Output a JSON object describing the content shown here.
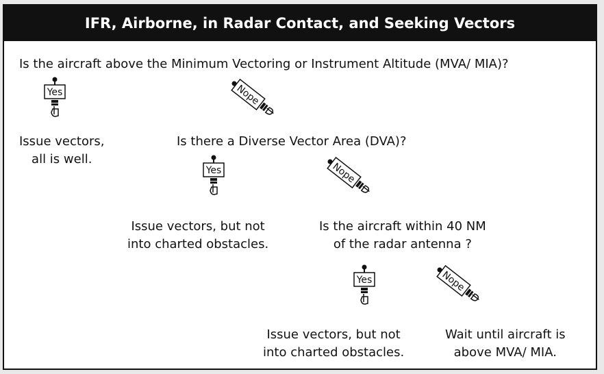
{
  "title": "IFR, Airborne, in Radar Contact, and Seeking Vectors",
  "q1": {
    "question": "Is the aircraft above the Minimum Vectoring or Instrument Altitude (MVA/ MIA)?",
    "yes_label": "Yes",
    "no_label": "Nope",
    "yes_outcome": [
      "Issue vectors,",
      "all is well."
    ]
  },
  "q2": {
    "question": "Is there a Diverse Vector Area (DVA)?",
    "yes_label": "Yes",
    "no_label": "Nope",
    "yes_outcome": [
      "Issue vectors, but not",
      "into charted obstacles."
    ]
  },
  "q3": {
    "question": [
      "Is the aircraft within 40 NM",
      "of the radar antenna ?"
    ],
    "yes_label": "Yes",
    "no_label": "Nope",
    "yes_outcome": [
      "Issue vectors, but not",
      "into charted obstacles."
    ],
    "no_outcome": [
      "Wait until aircraft is",
      "above MVA/ MIA."
    ]
  }
}
